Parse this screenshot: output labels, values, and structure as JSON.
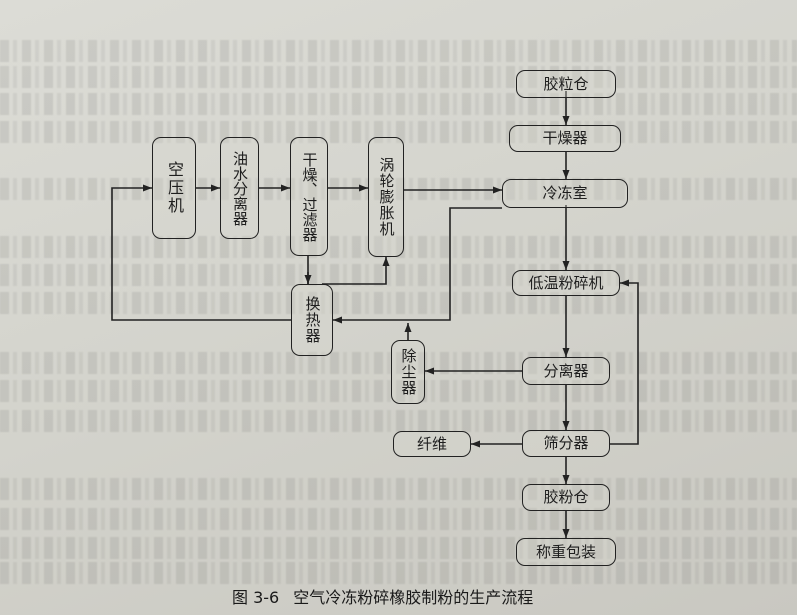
{
  "diagram": {
    "nodes": {
      "compressor": "空压机",
      "oil_water_separator": "油水分离器",
      "dryer_filter": "干燥、过滤器",
      "turbo_expander": "涡轮膨胀机",
      "heat_exchanger": "换热器",
      "dust_remover": "除尘器",
      "granule_bin": "胶粒仓",
      "drier": "干燥器",
      "freezer_room": "冷冻室",
      "cryo_mill": "低温粉碎机",
      "separator": "分离器",
      "screener": "筛分器",
      "fiber": "纤维",
      "powder_bin": "胶粉仓",
      "weigh_pack": "称重包装"
    },
    "caption_number": "图 3-6",
    "caption_title": "空气冷冻粉碎橡胶制粉的生产流程"
  }
}
